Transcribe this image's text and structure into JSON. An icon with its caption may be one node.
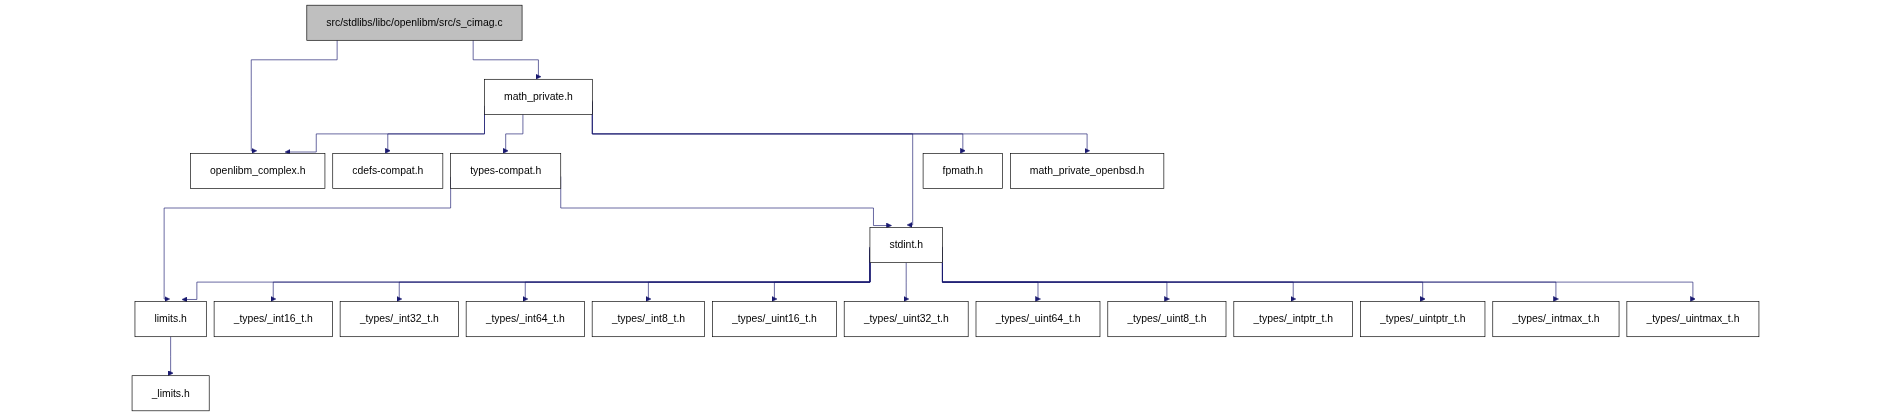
{
  "diagram": {
    "nodes": [
      {
        "text": [
          "src/stdlibs/libc/openlibm/src/s_cimag.c"
        ]
      },
      {
        "text": [
          "math_private.h"
        ]
      },
      {
        "text": [
          "openlibm_complex.h"
        ]
      },
      {
        "text": [
          "cdefs-compat.h"
        ]
      },
      {
        "text": [
          "types-compat.h"
        ]
      },
      {
        "text": [
          "fpmath.h"
        ]
      },
      {
        "text": [
          "math_private_openbsd.h"
        ]
      },
      {
        "text": [
          "stdint.h"
        ]
      },
      {
        "text": [
          "limits.h"
        ]
      },
      {
        "text": [
          "_types/_int16_t.h"
        ]
      },
      {
        "text": [
          "_types/_int32_t.h"
        ]
      },
      {
        "text": [
          "_types/_int64_t.h"
        ]
      },
      {
        "text": [
          "_types/_int8_t.h"
        ]
      },
      {
        "text": [
          "_types/_uint16_t.h"
        ]
      },
      {
        "text": [
          "_types/_uint32_t.h"
        ]
      },
      {
        "text": [
          "_types/_uint64_t.h"
        ]
      },
      {
        "text": [
          "_types/_uint8_t.h"
        ]
      },
      {
        "text": [
          "_types/_intptr_t.h"
        ]
      },
      {
        "text": [
          "_types/_uintptr_t.h"
        ]
      },
      {
        "text": [
          "_types/_intmax_t.h"
        ]
      },
      {
        "text": [
          "_types/_uintmax_t.h"
        ]
      },
      {
        "text": [
          "_limits.h"
        ]
      }
    ],
    "edges": [
      {
        "from": 0,
        "to": 2,
        "arrow": "to"
      },
      {
        "from": 0,
        "to": 1,
        "arrow": "to"
      },
      {
        "from": 1,
        "to": 2,
        "arrow": "to"
      },
      {
        "from": 1,
        "to": 3,
        "arrow": "to"
      },
      {
        "from": 1,
        "to": 4,
        "arrow": "to"
      },
      {
        "from": 1,
        "to": 7,
        "arrow": "to"
      },
      {
        "from": 1,
        "to": 5,
        "arrow": "to"
      },
      {
        "from": 1,
        "to": 6,
        "arrow": "to"
      },
      {
        "from": 4,
        "to": 8,
        "arrow": "to"
      },
      {
        "from": 4,
        "to": 7,
        "arrow": "to"
      },
      {
        "from": 7,
        "to": 8,
        "arrow": "to"
      },
      {
        "from": 7,
        "to": 9,
        "arrow": "to"
      },
      {
        "from": 7,
        "to": 10,
        "arrow": "to"
      },
      {
        "from": 7,
        "to": 11,
        "arrow": "to"
      },
      {
        "from": 7,
        "to": 12,
        "arrow": "to"
      },
      {
        "from": 7,
        "to": 13,
        "arrow": "to"
      },
      {
        "from": 7,
        "to": 14,
        "arrow": "to"
      },
      {
        "from": 7,
        "to": 15,
        "arrow": "to"
      },
      {
        "from": 7,
        "to": 16,
        "arrow": "to"
      },
      {
        "from": 7,
        "to": 17,
        "arrow": "to"
      },
      {
        "from": 7,
        "to": 18,
        "arrow": "to"
      },
      {
        "from": 7,
        "to": 19,
        "arrow": "to"
      },
      {
        "from": 7,
        "to": 20,
        "arrow": "to"
      },
      {
        "from": 8,
        "to": 21,
        "arrow": "to"
      }
    ]
  }
}
